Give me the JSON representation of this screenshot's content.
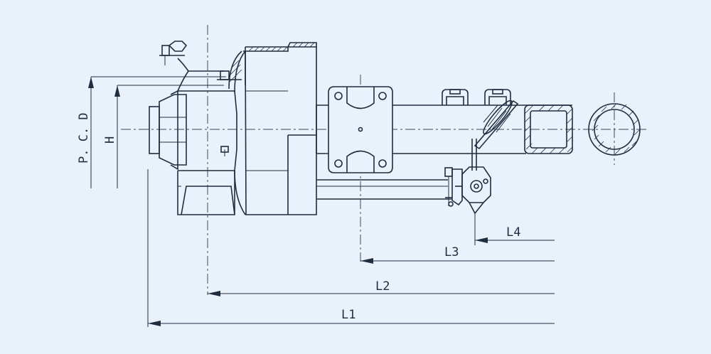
{
  "labels": {
    "pcd": "P. C. D",
    "h": "H",
    "l1": "L1",
    "l2": "L2",
    "l3": "L3",
    "l4": "L4"
  },
  "colors": {
    "background": "#e9f2fb",
    "line": "#1f2d40"
  }
}
